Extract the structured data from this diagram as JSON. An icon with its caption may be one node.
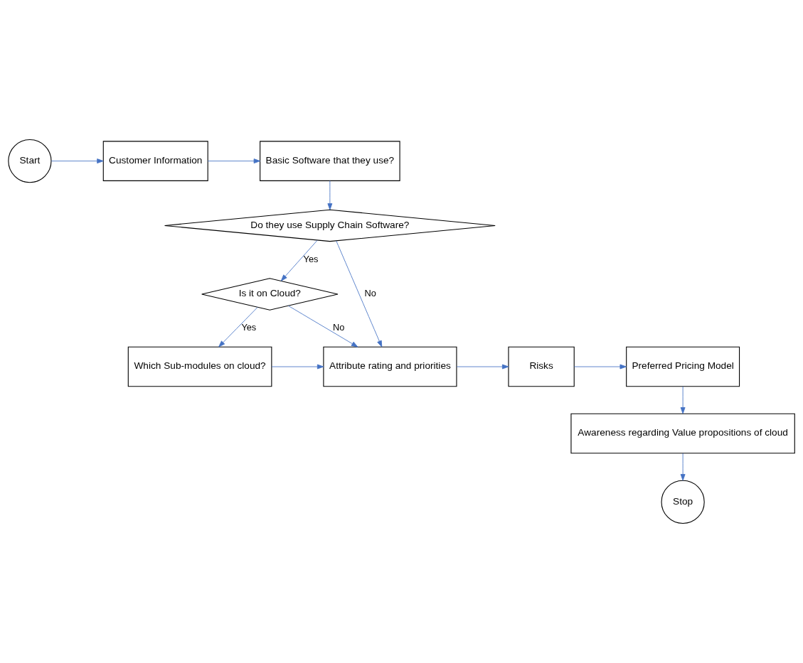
{
  "diagram": {
    "nodes": [
      {
        "text": [
          "Start"
        ]
      },
      {
        "text": [
          "Customer Information"
        ]
      },
      {
        "text": [
          "Basic Software that they use?"
        ]
      },
      {
        "text": [
          "Do they use Supply Chain Software?"
        ]
      },
      {
        "text": [
          "Is it on Cloud?"
        ]
      },
      {
        "text": [
          "Which Sub-modules on cloud?"
        ]
      },
      {
        "text": [
          "Attribute rating and priorities"
        ]
      },
      {
        "text": [
          "Risks"
        ]
      },
      {
        "text": [
          "Preferred Pricing Model"
        ]
      },
      {
        "text": [
          "Awareness regarding Value propositions of cloud"
        ]
      },
      {
        "text": [
          "Stop"
        ]
      }
    ],
    "edges": [
      {
        "from": 0,
        "to": 1,
        "arrow": "to"
      },
      {
        "from": 1,
        "to": 2,
        "arrow": "to"
      },
      {
        "from": 2,
        "to": 3,
        "arrow": "to"
      },
      {
        "from": 3,
        "to": 4,
        "arrow": "to",
        "label": "Yes"
      },
      {
        "from": 3,
        "to": 6,
        "arrow": "to",
        "label": "No"
      },
      {
        "from": 4,
        "to": 6,
        "arrow": "to",
        "label": "No"
      },
      {
        "from": 4,
        "to": 5,
        "arrow": "to",
        "label": "Yes"
      },
      {
        "from": 5,
        "to": 6,
        "arrow": "to"
      },
      {
        "from": 6,
        "to": 7,
        "arrow": "to"
      },
      {
        "from": 7,
        "to": 8,
        "arrow": "to"
      },
      {
        "from": 8,
        "to": 9,
        "arrow": "to"
      },
      {
        "from": 9,
        "to": 10,
        "arrow": "to"
      }
    ]
  }
}
